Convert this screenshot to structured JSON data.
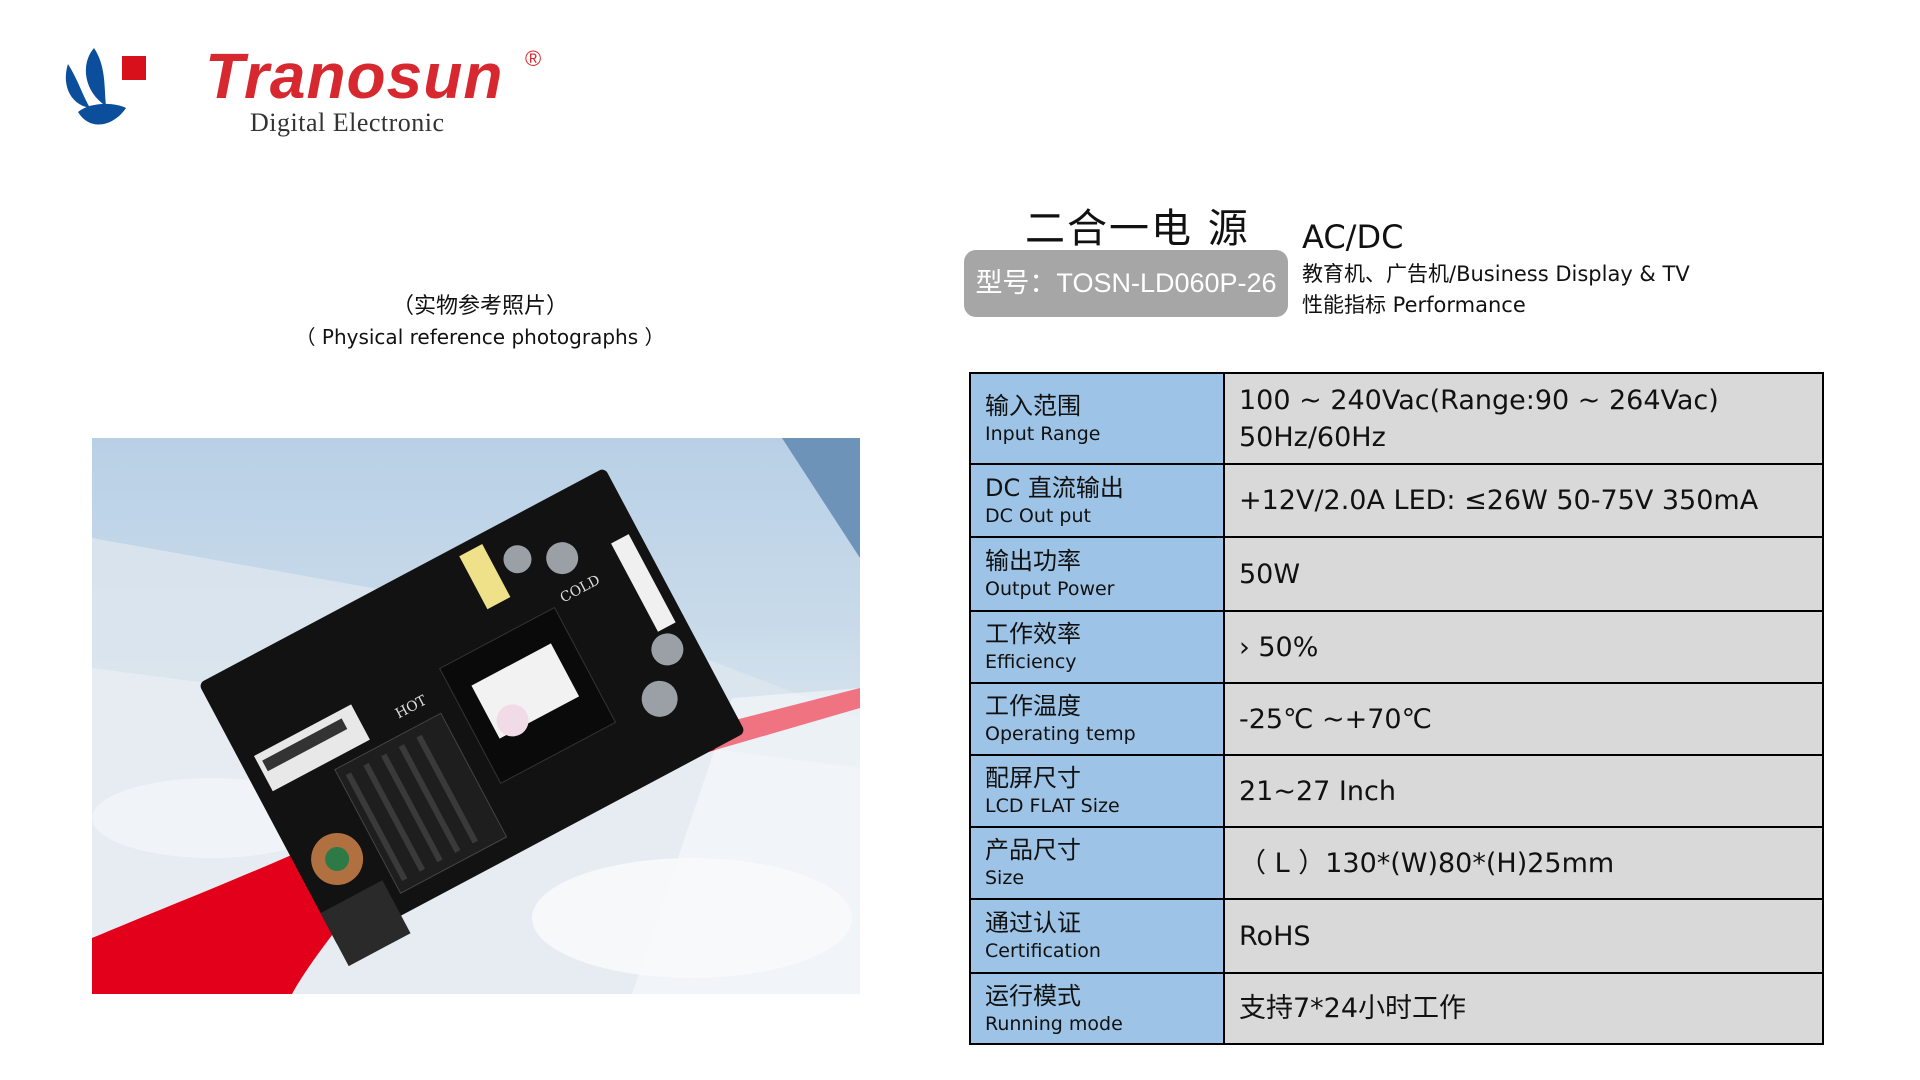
{
  "brand": {
    "name": "Tranosun",
    "registered_mark": "®",
    "subtitle": "Digital Electronic",
    "colors": {
      "red": "#d7282f",
      "blue": "#0b4f9c"
    }
  },
  "photo_caption": {
    "cn": "（实物参考照片）",
    "en": "（ Physical reference photographs ）"
  },
  "product": {
    "title_cn": "二合一电 源",
    "model_label": "型号：TOSN-LD060P-26",
    "type": "AC/DC",
    "application": "教育机、广告机/Business Display & TV",
    "performance_heading": "性能指标 Performance"
  },
  "specs": [
    {
      "label_cn": "输入范围",
      "label_en": "Input Range",
      "value_lines": [
        "100 ~ 240Vac(Range:90 ~ 264Vac)",
        "50Hz/60Hz"
      ]
    },
    {
      "label_cn": "DC 直流输出",
      "label_en": "DC Out put",
      "value_lines": [
        "+12V/2.0A   LED: ≤26W  50-75V 350mA"
      ]
    },
    {
      "label_cn": "输出功率",
      "label_en": "Output Power",
      "value_lines": [
        "50W"
      ]
    },
    {
      "label_cn": "工作效率",
      "label_en": "Efficiency",
      "value_lines": [
        " › 50%"
      ]
    },
    {
      "label_cn": "工作温度",
      "label_en": "Operating temp",
      "value_lines": [
        "-25℃ ~+70℃"
      ]
    },
    {
      "label_cn": "配屏尺寸",
      "label_en": "LCD FLAT Size",
      "value_lines": [
        "21~27  Inch"
      ]
    },
    {
      "label_cn": "产品尺寸",
      "label_en": "Size",
      "value_lines": [
        "（ L ）130*(W)80*(H)25mm"
      ]
    },
    {
      "label_cn": "通过认证",
      "label_en": "Certification",
      "value_lines": [
        "RoHS"
      ]
    },
    {
      "label_cn": "运行模式",
      "label_en": "Running mode",
      "value_lines": [
        "支持7*24小时工作"
      ]
    }
  ],
  "colors": {
    "label_cell": "#9dc3e6",
    "value_cell": "#d9d9d9",
    "model_box": "#a6a6a6"
  }
}
